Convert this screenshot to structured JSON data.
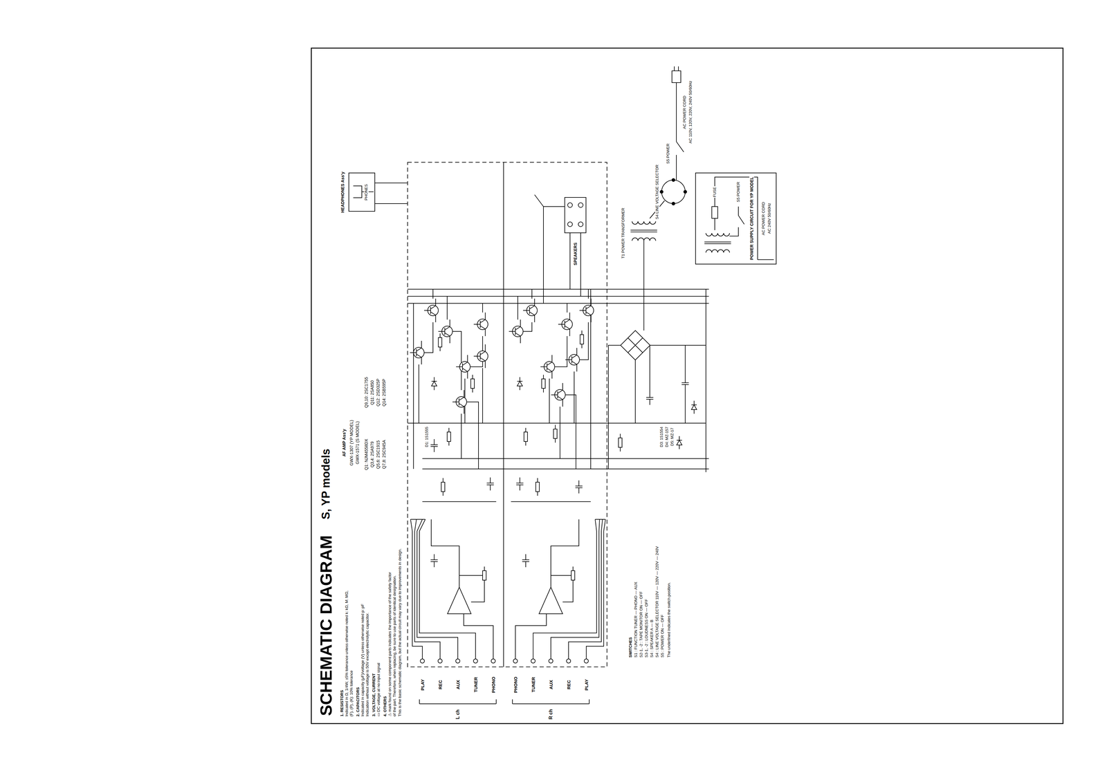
{
  "diagram": {
    "title": "SCHEMATIC DIAGRAM",
    "nodes": [
      {
        "text": [
          "POWER SUPPLY CIRCUIT FOR YP MODEL"
        ]
      },
      {
        "text": [
          "HEADPHONES Ass'y",
          "PHONES"
        ]
      }
    ],
    "labels": [
      "S, YP models",
      "AF AMP Ass'y",
      "GWX-1307 (YP MODEL)",
      "GWX-1571 (S MODEL)",
      "Q1: NJM4558DX",
      "Q3,4: 2SA979",
      "Q5,6: 2SC1915",
      "Q7,8: 2SC945A",
      "Q9,10: 2SC1755",
      "Q11: 2SA850",
      "Q12: 2SD325P",
      "Q14: 2SB595P",
      "D1: 1S1555",
      "D3: 1S1554",
      "D4: MZ-157",
      "D5: MZ-17",
      "PLAY",
      "REC",
      "AUX",
      "TUNER",
      "PHONO",
      "PHONO",
      "TUNER",
      "AUX",
      "REC",
      "PLAY",
      "L ch",
      "R ch",
      "1. RESISTORS",
      "Indicated in Ω, 1/4W, ±5% tolerance unless otherwise noted k: kΩ, M: MΩ,",
      "(F), (P), (K): 10% tolerance",
      "2. CAPACITORS",
      "Indicated in capacity (μF)/voltage (V) unless otherwise noted p: pF",
      "Indication without voltage is 50V except electrolytic capacitor.",
      "3. VOLTAGE, CURRENT",
      "▭ DC voltage at no input signal",
      "4. OTHERS",
      "⚠ mark found on some component parts indicates the importance of the safety factor",
      "of the part. Therefore, when replacing, be sure to use parts of identical designation.",
      "This is the basic schematic diagram, but the actual circuit may vary due to improvements in design.",
      "SWITCHES",
      "S1 : FUNCTION  TUNER — PHONO — AUX",
      "S2-1, -2 : TAPE MONITOR  ON — OFF",
      "S3-1, -2 : LOUDNESS  ON — OFF",
      "S4 : SPEAKER  A — B",
      "S4 : LINE VOLTAGE SELECTOR  110V — 120V — 220V — 240V",
      "S5 : POWER  ON — OFF",
      "The underlined indicates the switch position.",
      "SPEAKERS",
      "T1 POWER TRANSFORMER",
      "AC POWER CORD",
      "AC 110V, 120V, 220V, 240V 50/60Hz",
      "S4 LINE VOLTAGE SELECTOR",
      "S5 POWER",
      "AC POWER CORD",
      "AC 240V 50/60Hz",
      "S5 POWER",
      "FUSE"
    ]
  }
}
